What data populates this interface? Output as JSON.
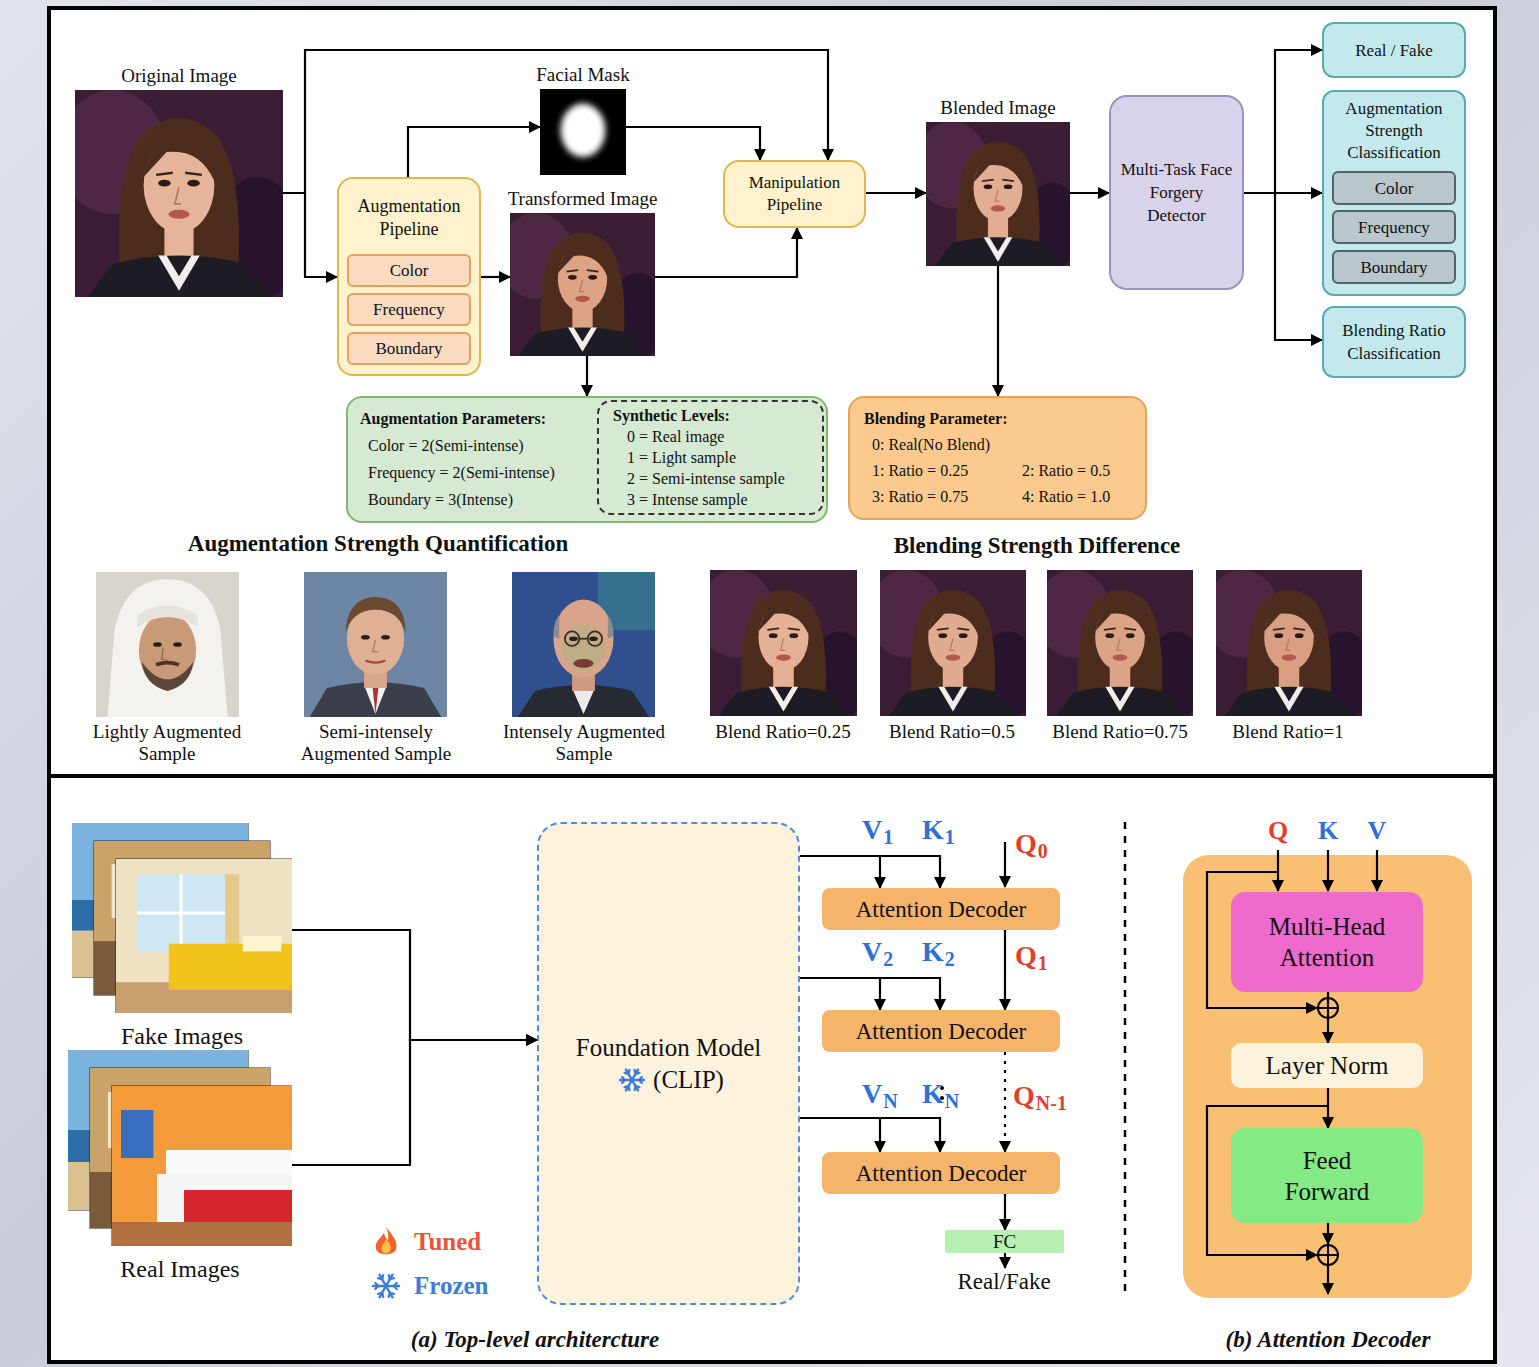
{
  "diagram": {
    "nodes": [
      {
        "text": [
          "Original Image"
        ]
      },
      {
        "text": [
          "Augmentation Pipeline"
        ]
      },
      {
        "text": [
          "Color"
        ],
        "in": 1
      },
      {
        "text": [
          "Frequency"
        ],
        "in": 1
      },
      {
        "text": [
          "Boundary"
        ],
        "in": 1
      },
      {
        "text": [
          "Facial Mask"
        ]
      },
      {
        "text": [
          "Transformed Image"
        ]
      },
      {
        "text": [
          "Manipulation Pipeline"
        ]
      },
      {
        "text": [
          "Blended Image"
        ]
      },
      {
        "text": [
          "Multi-Task Face Forgery Detector"
        ]
      },
      {
        "text": [
          "Real / Fake"
        ]
      },
      {
        "text": [
          "Augmentation Strength Classification"
        ]
      },
      {
        "text": [
          "Color"
        ],
        "in": 11
      },
      {
        "text": [
          "Frequency"
        ],
        "in": 11
      },
      {
        "text": [
          "Boundary"
        ],
        "in": 11
      },
      {
        "text": [
          "Blending Ratio Classification"
        ]
      },
      {
        "text": [
          "Augmentation Parameters:",
          "Color = 2(Semi-intense)",
          "Frequency = 2(Semi-intense)",
          "Boundary = 3(Intense)"
        ]
      },
      {
        "text": [
          "Synthetic Levels:",
          "0 = Real image",
          "1 = Light sample",
          "2 = Semi-intense sample",
          "3 = Intense sample"
        ],
        "in": 16
      },
      {
        "text": [
          "Blending Parameter:",
          "0: Real(No Blend)",
          "1: Ratio = 0.25",
          "2: Ratio = 0.5",
          "3: Ratio = 0.75",
          "4: Ratio = 1.0"
        ]
      },
      {
        "text": [
          "Fake Images"
        ]
      },
      {
        "text": [
          "Real Images"
        ]
      },
      {
        "text": [
          "Foundation Model",
          "(CLIP)"
        ]
      },
      {
        "text": [
          "Attention Decoder"
        ]
      },
      {
        "text": [
          "Attention Decoder"
        ]
      },
      {
        "text": [
          "Attention Decoder"
        ]
      },
      {
        "text": [
          "FC"
        ]
      },
      {
        "text": [
          "Multi-Head Attention"
        ]
      },
      {
        "text": [
          "Layer Norm"
        ]
      },
      {
        "text": [
          "Feed Forward"
        ]
      }
    ],
    "edges": [
      {
        "from": 0,
        "to": 1,
        "arrow": "to"
      },
      {
        "from": 0,
        "to": 7,
        "arrow": "to"
      },
      {
        "from": 1,
        "to": 5,
        "arrow": "to"
      },
      {
        "from": 5,
        "to": 7,
        "arrow": "to"
      },
      {
        "from": 1,
        "to": 6,
        "arrow": "to"
      },
      {
        "from": 6,
        "to": 7,
        "arrow": "to"
      },
      {
        "from": 7,
        "to": 8,
        "arrow": "to"
      },
      {
        "from": 8,
        "to": 9,
        "arrow": "to"
      },
      {
        "from": 9,
        "to": 10,
        "arrow": "to"
      },
      {
        "from": 9,
        "to": 11,
        "arrow": "to"
      },
      {
        "from": 9,
        "to": 15,
        "arrow": "to"
      },
      {
        "from": 6,
        "to": 16,
        "arrow": "to"
      },
      {
        "from": 8,
        "to": 18,
        "arrow": "to"
      },
      {
        "from": 19,
        "to": 21,
        "arrow": "to"
      },
      {
        "from": 20,
        "to": 21,
        "arrow": "to"
      },
      {
        "from": 21,
        "to": 22,
        "arrow": "to"
      },
      {
        "from": 21,
        "to": 22,
        "arrow": "to"
      },
      {
        "from": 22,
        "to": 23,
        "arrow": "to"
      },
      {
        "from": 21,
        "to": 23,
        "arrow": "to"
      },
      {
        "from": 21,
        "to": 23,
        "arrow": "to"
      },
      {
        "from": 23,
        "to": 24,
        "arrow": "to"
      },
      {
        "from": 21,
        "to": 24,
        "arrow": "to"
      },
      {
        "from": 21,
        "to": 24,
        "arrow": "to"
      },
      {
        "from": 24,
        "to": 25,
        "arrow": "to"
      },
      {
        "from": 26,
        "to": 27,
        "arrow": "to"
      },
      {
        "from": 27,
        "to": 28,
        "arrow": "to"
      }
    ],
    "labels": [
      "Augmentation Strength Quantification",
      "Lightly Augmented Sample",
      "Semi-intensely Augmented Sample",
      "Intensely Augmented Sample",
      "Blending Strength Difference",
      "Blend Ratio=0.25",
      "Blend Ratio=0.5",
      "Blend Ratio=0.75",
      "Blend Ratio=1",
      "V",
      "1",
      "K",
      "1",
      "Q",
      "0",
      "V",
      "2",
      "K",
      "2",
      "Q",
      "1",
      "V",
      "N",
      "K",
      "N",
      "Q",
      "N-1",
      "Real/Fake",
      "(a) Top-level architercture",
      "(b) Attention Decoder",
      "Q",
      "K",
      "V"
    ],
    "legend": [
      {
        "text": "Tuned"
      },
      {
        "text": "Frozen"
      }
    ]
  }
}
